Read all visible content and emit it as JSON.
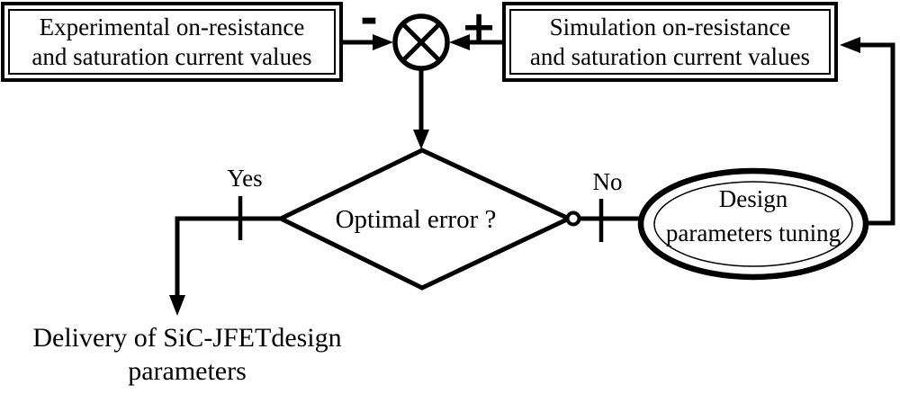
{
  "figure": {
    "type": "flowchart",
    "background_color": "#ffffff",
    "line_color": "#000000"
  },
  "nodes": {
    "experimental_box": {
      "line1": "Experimental on-resistance",
      "line2": "and saturation current values"
    },
    "simulation_box": {
      "line1": "Simulation on-resistance",
      "line2": "and saturation current values"
    },
    "summing_junction": {
      "minus_label": "-",
      "plus_label": "+"
    },
    "decision_diamond": {
      "label": "Optimal error ?"
    },
    "tuning_ellipse": {
      "line1": "Design",
      "line2": "parameters tuning"
    },
    "delivery_text": {
      "line1": "Delivery of SiC-JFETdesign",
      "line2": "parameters"
    }
  },
  "branches": {
    "yes_label": "Yes",
    "no_label": "No"
  }
}
